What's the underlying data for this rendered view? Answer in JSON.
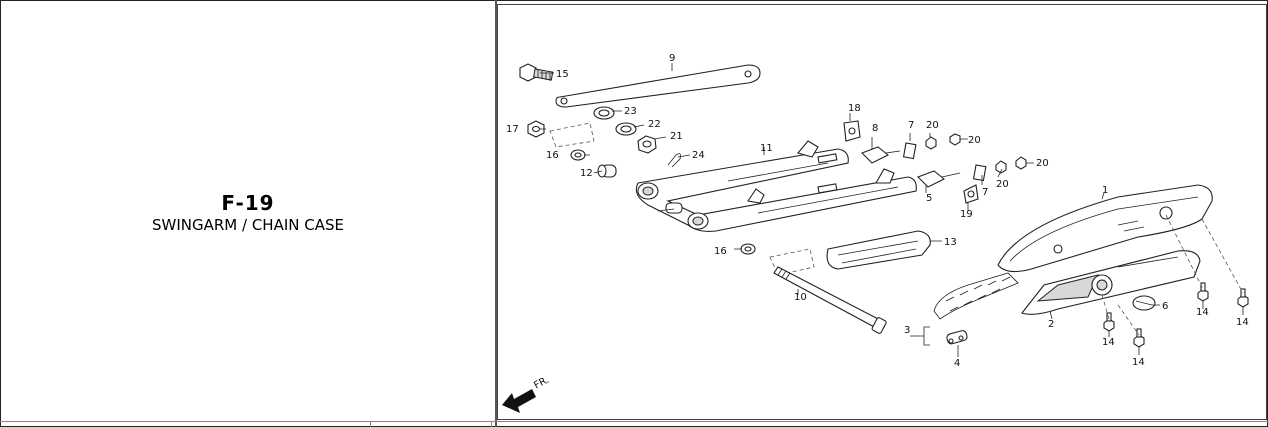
{
  "figure": {
    "code": "F-19",
    "name": "SWINGARM / CHAIN CASE"
  },
  "diagram": {
    "direction_label": "FR.",
    "callouts": [
      "15",
      "9",
      "23",
      "17",
      "22",
      "21",
      "16",
      "24",
      "12",
      "11",
      "18",
      "8",
      "7",
      "20",
      "20",
      "20",
      "20",
      "5",
      "7",
      "19",
      "1",
      "13",
      "16",
      "10",
      "3",
      "4",
      "2",
      "6",
      "14",
      "14",
      "14",
      "14"
    ]
  }
}
